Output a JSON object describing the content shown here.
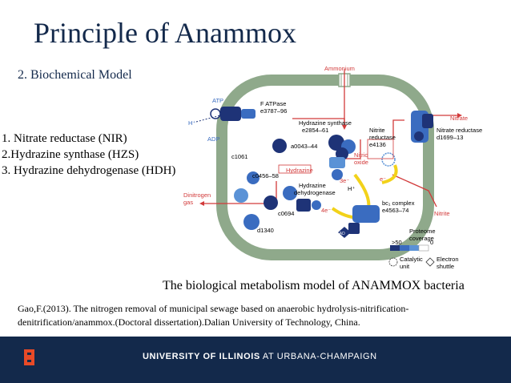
{
  "slide": {
    "title": "Principle of Anammox",
    "subtitle": "2. Biochemical Model",
    "enzymes": [
      "1. Nitrate reductase (NIR)",
      "2.Hydrazine synthase (HZS)",
      "3. Hydrazine dehydrogenase (HDH)"
    ],
    "caption": "The biological metabolism model of ANAMMOX bacteria",
    "reference_line1": "Gao,F.(2013). The nitrogen removal of municipal sewage based on anaerobic hydrolysis-nitrification-",
    "reference_line2": "denitrification/anammox.(Doctoral dissertation).Dalian University of Technology, China."
  },
  "footer": {
    "university_bold": "UNIVERSITY OF ILLINOIS",
    "university_rest": " AT URBANA-CHAMPAIGN"
  },
  "diagram": {
    "labels": {
      "ammonium": "Ammonium",
      "atp": "ATP",
      "h_plus_left": "H⁺",
      "adp": "ADP",
      "f_atpase": "F ATPase",
      "f_atpase_id": "e3787–96",
      "hydrazine_synthase": "Hydrazine synthase",
      "hzs_id": "e2854–61",
      "nitrate": "Nitrate",
      "nitrate_reductase": "Nitrate reductase",
      "nar_id": "d1699–13",
      "nitrite_reductase_1": "Nitrite",
      "nitrite_reductase_2": "reductase",
      "nir_id": "e4136",
      "nitric_oxide_1": "Nitric",
      "nitric_oxide_2": "oxide",
      "a0043": "a0043–44",
      "c1061": "c1061",
      "c0456": "c0456–58",
      "hydrazine": "Hydrazine",
      "hdh_1": "Hydrazine",
      "hdh_2": "dehydrogenase",
      "three_e": "3e⁻",
      "h_plus_mid": "H⁺",
      "e_minus": "e⁻",
      "dinitrogen_1": "Dinitrogen",
      "dinitrogen_2": "gas",
      "four_e": "4e⁻",
      "c0694": "c0694",
      "bc1_complex": "bc₁ complex",
      "bc1_id": "e4563–74",
      "nitrite": "Nitrite",
      "d1340": "d1340",
      "fad": "FAD",
      "proteome_1": "Proteome",
      "proteome_2": "coverage",
      "gt50": ">50",
      "zero": "0",
      "catalytic_1": "Catalytic",
      "catalytic_2": "unit",
      "electron_1": "Electron",
      "electron_2": "shuttle"
    },
    "colors": {
      "membrane": "#8fa98b",
      "membrane_inner": "#ffffff",
      "red_arrow": "#d23a3a",
      "red_text": "#d23a3a",
      "navy": "#1e3377",
      "blue": "#3a6cc0",
      "light_blue": "#5a92d6",
      "yellow_arrow": "#f2d21a",
      "footer_bg": "#13294b",
      "illinois_orange": "#e84a27"
    }
  }
}
